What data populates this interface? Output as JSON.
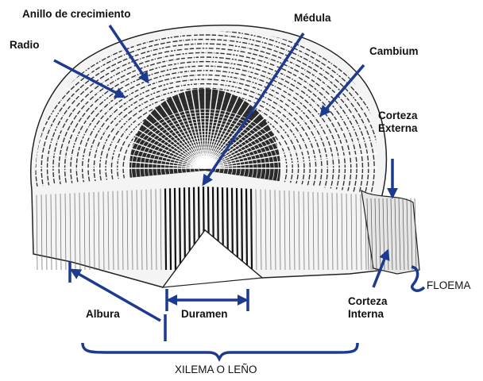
{
  "labels": {
    "anillo": "Anillo de crecimiento",
    "radio": "Radio",
    "medula": "Médula",
    "cambium": "Cambium",
    "corteza_externa_1": "Corteza",
    "corteza_externa_2": "Externa",
    "corteza_interna_1": "Corteza",
    "corteza_interna_2": "Interna",
    "floema": "FLOEMA",
    "albura": "Albura",
    "duramen": "Duramen",
    "xilema": "XILEMA O LEÑO"
  },
  "colors": {
    "arrow": "#1c3a8f",
    "ink": "#1a1a1a"
  }
}
